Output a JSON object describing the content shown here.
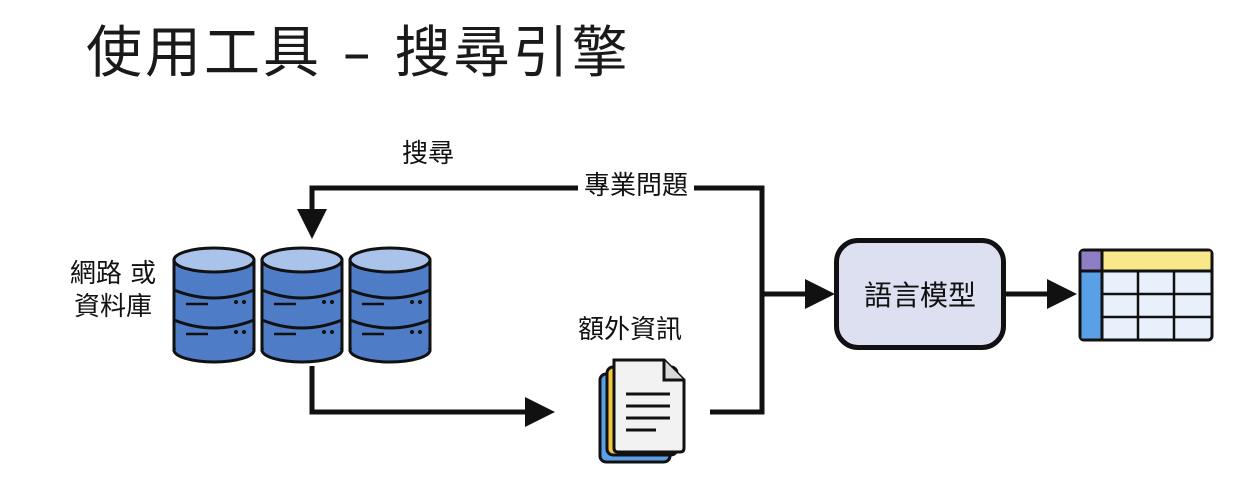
{
  "title": "使用工具 – 搜尋引擎",
  "nodes": {
    "database_label_line1": "網路 或",
    "database_label_line2": "資料庫",
    "search_label": "搜尋",
    "question_label": "專業問題",
    "extra_info_label": "額外資訊",
    "llm_label": "語言模型"
  },
  "icons": {
    "database": "database-stack-icon",
    "documents": "document-stack-icon",
    "output": "table-icon"
  },
  "colors": {
    "database_fill": "#4f7cc7",
    "database_top": "#a9c3ea",
    "llm_fill": "#dde0f0",
    "doc_back_blue": "#5aa0e6",
    "doc_back_yellow": "#f5c842",
    "table_header": "#f8e88a",
    "table_corner": "#8e7fc4",
    "table_side": "#5aa0e6",
    "table_cells": "#e8f0fb"
  }
}
